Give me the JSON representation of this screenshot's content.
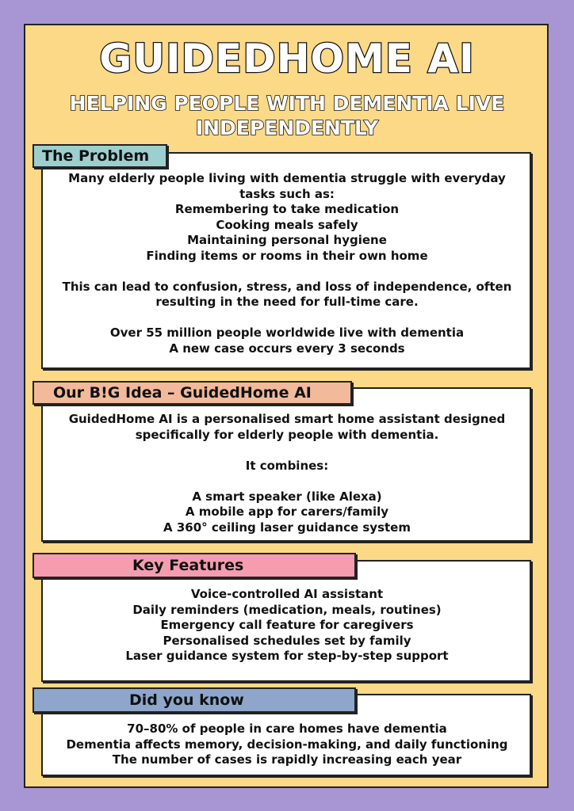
{
  "header": {
    "title": "GUIDEDHOME AI",
    "subtitle": "HELPING PEOPLE WITH DEMENTIA LIVE INDEPENDENTLY"
  },
  "problem": {
    "heading": "The Problem",
    "lines": [
      "Many elderly people living with dementia struggle with everyday",
      "tasks such as:",
      "Remembering to take medication",
      "Cooking meals safely",
      "Maintaining personal hygiene",
      "Finding items or rooms in their own home"
    ],
    "consequence": [
      "This can lead to confusion, stress, and loss of independence, often",
      "resulting in the need for full-time care."
    ],
    "stats": [
      "Over 55 million people worldwide live with dementia",
      "A new case occurs every 3 seconds"
    ]
  },
  "idea": {
    "heading": "Our B!G Idea – GuidedHome AI",
    "intro": [
      "GuidedHome AI is a personalised smart home assistant designed",
      "specifically for elderly people with dementia."
    ],
    "combines_label": "It combines:",
    "components": [
      "A smart speaker (like Alexa)",
      "A mobile app for carers/family",
      "A 360° ceiling laser guidance system"
    ]
  },
  "features": {
    "heading": "Key Features",
    "items": [
      "Voice-controlled AI assistant",
      "Daily reminders (medication, meals, routines)",
      "Emergency call feature for caregivers",
      "Personalised schedules set by family",
      "Laser guidance system for step-by-step support"
    ]
  },
  "facts": {
    "heading": "Did you know",
    "items": [
      "70–80% of people in care homes have dementia",
      "Dementia affects memory, decision-making, and daily functioning",
      "The number of cases is rapidly increasing each year"
    ]
  },
  "colors": {
    "background": "#a895d3",
    "poster": "#fbd987",
    "problem_tag": "#9ecfcf",
    "idea_tag": "#f2b99a",
    "features_tag": "#f59daf",
    "facts_tag": "#8ea6cc"
  }
}
